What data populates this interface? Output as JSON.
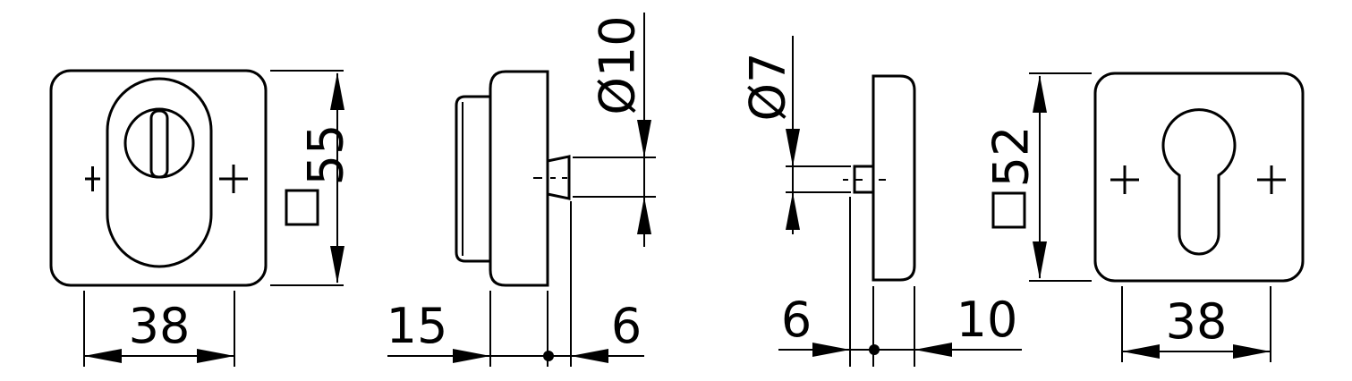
{
  "views": {
    "front_left": {
      "width_label": "38",
      "size_label": "55"
    },
    "side_left": {
      "depth_label": "15",
      "pin_label": "6",
      "diameter_label": "Ø10"
    },
    "side_right": {
      "pin_label": "6",
      "depth_label": "10",
      "diameter_label": "Ø7"
    },
    "front_right": {
      "size_label": "52",
      "width_label": "38"
    }
  },
  "colors": {
    "line": "#000000",
    "background": "#ffffff"
  }
}
